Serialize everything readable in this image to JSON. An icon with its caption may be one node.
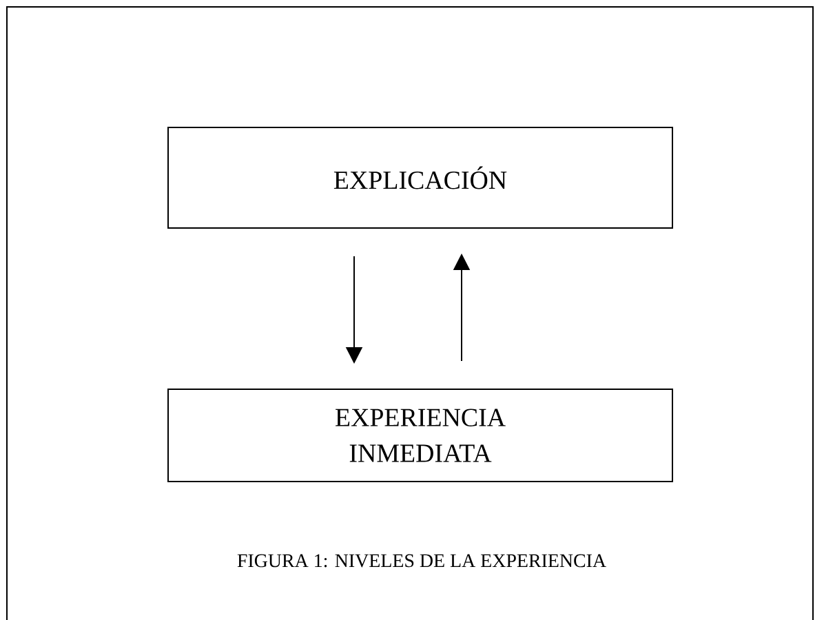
{
  "diagram": {
    "caption": "FIGURA 1: NIVELES DE LA EXPERIENCIA",
    "nodes": [
      {
        "text": [
          "EXPLICACIÓN"
        ]
      },
      {
        "text": [
          "EXPERIENCIA INMEDIATA"
        ]
      }
    ],
    "edges": [
      {
        "from": 0,
        "to": 1,
        "arrow": "to"
      },
      {
        "from": 1,
        "to": 0,
        "arrow": "to"
      }
    ]
  }
}
